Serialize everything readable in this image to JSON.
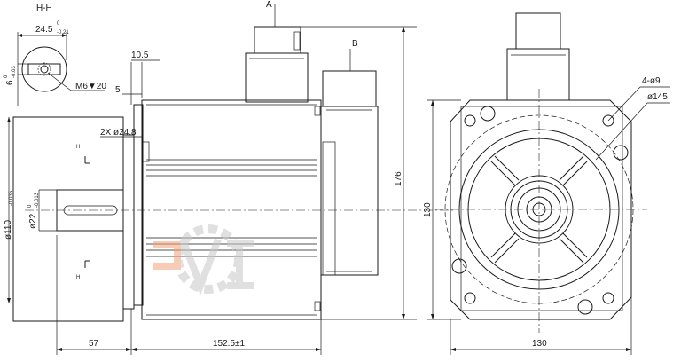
{
  "dimensions": {
    "section_label": "H-H",
    "key_width": "24.5",
    "key_width_tol_upper": "0",
    "key_width_tol_lower": "-0.21",
    "key_height": "6",
    "key_height_tol_upper": "0",
    "key_height_tol_lower": "-0.03",
    "tapped_hole": "M6▼20",
    "flange_offset": "10.5",
    "pilot_depth": "5",
    "connector_a": "A",
    "connector_b": "B",
    "mount_holes_dia": "2X ø24.8",
    "section_mark_top": "H",
    "section_mark_bottom": "H",
    "pilot_dia": "ø110",
    "pilot_dia_tol": "-0.035",
    "shaft_dia": "ø22",
    "shaft_dia_tol_upper": "0",
    "shaft_dia_tol_lower": "-0.013",
    "shaft_length": "57",
    "body_length": "152.5±1",
    "overall_height": "176",
    "flange_square": "130",
    "flange_width": "130",
    "hole_spec": "4-ø9",
    "pcd": "ø145"
  },
  "watermark": {
    "colors": [
      "#f4a27a",
      "#c8c8c8"
    ]
  }
}
